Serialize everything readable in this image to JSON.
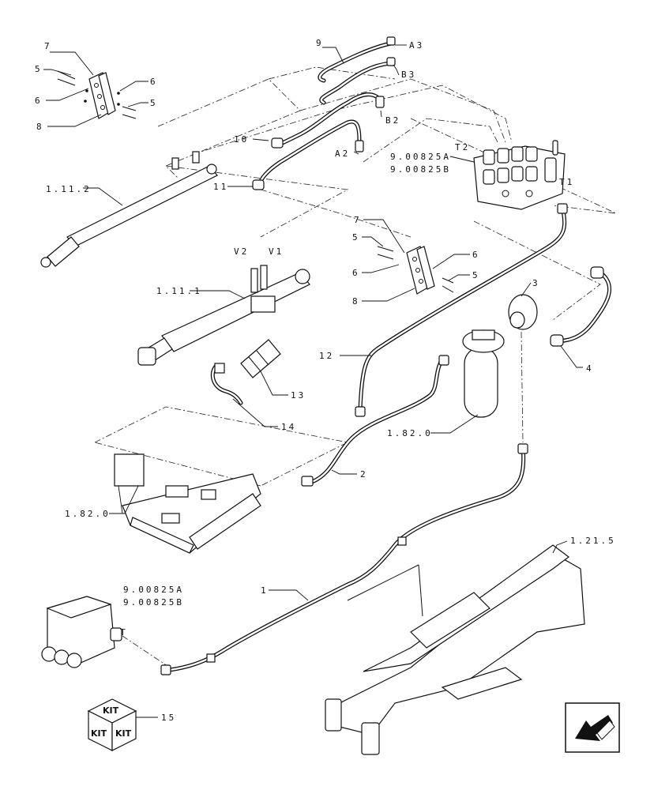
{
  "labels": {
    "l7a": "7",
    "l5a": "5",
    "l6a": "6",
    "l6b": "6",
    "l5b": "5",
    "l8a": "8",
    "l9": "9",
    "lA3": "A3",
    "lB3": "B3",
    "lB2": "B2",
    "lA2": "A2",
    "l10": "10",
    "l11": "11",
    "l9008a": "9.00825A",
    "l9008b": "9.00825B",
    "lT2": "T2",
    "lT1": "T1",
    "l1112": "1.11.2",
    "lV2": "V2",
    "lV1": "V1",
    "l1111": "1.11.1",
    "l7b": "7",
    "l5c": "5",
    "l6c": "6",
    "l6d": "6",
    "l5d": "5",
    "l8b": "8",
    "l3": "3",
    "l4": "4",
    "l12": "12",
    "l13": "13",
    "l14": "14",
    "l1820a": "1.82.0",
    "l2": "2",
    "l1820b": "1.82.0",
    "l1215": "1.21.5",
    "l1": "1",
    "l9008c": "9.00825A",
    "l9008d": "9.00825B",
    "lT": "T",
    "l15": "15"
  },
  "kit": {
    "top": "KIT",
    "left": "KIT",
    "right": "KIT"
  },
  "icons": {
    "nav": "next-page-arrow-icon"
  }
}
